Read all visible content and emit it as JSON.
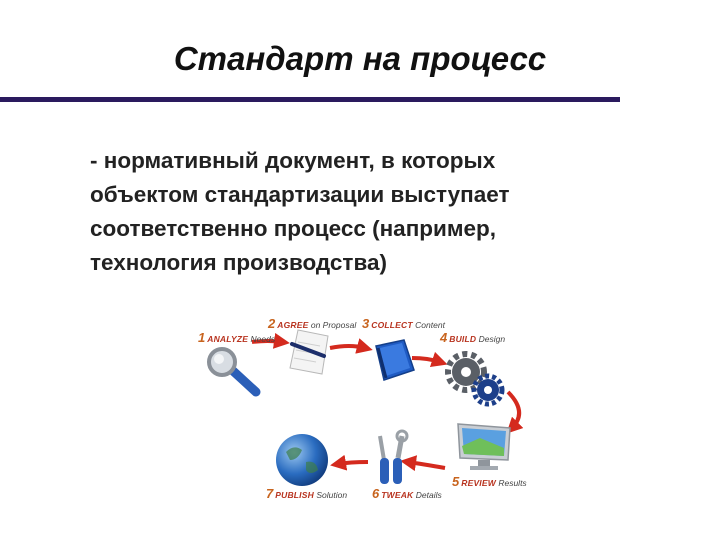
{
  "slide": {
    "title": "Стандарт на процесс",
    "body_lines": [
      "- нормативный документ, в которых",
      "объектом стандартизации выступает",
      "соответственно процесс (например,",
      "технология производства)"
    ]
  },
  "diagram": {
    "steps": [
      {
        "num": "1",
        "keyword": "ANALYZE",
        "rest": "Needs",
        "icon": "magnifier-icon"
      },
      {
        "num": "2",
        "keyword": "AGREE",
        "rest": "on Proposal",
        "icon": "pen-paper-icon"
      },
      {
        "num": "3",
        "keyword": "COLLECT",
        "rest": "Content",
        "icon": "binder-icon"
      },
      {
        "num": "4",
        "keyword": "BUILD",
        "rest": "Design",
        "icon": "gears-icon"
      },
      {
        "num": "5",
        "keyword": "REVIEW",
        "rest": "Results",
        "icon": "monitor-icon"
      },
      {
        "num": "6",
        "keyword": "TWEAK",
        "rest": "Details",
        "icon": "tools-icon"
      },
      {
        "num": "7",
        "keyword": "PUBLISH",
        "rest": "Solution",
        "icon": "globe-icon"
      }
    ],
    "colors": {
      "arrow": "#d42a1e",
      "label_keyword": "#b8331f",
      "label_number": "#c8641e",
      "title_rule": "#2a1a5e"
    }
  }
}
